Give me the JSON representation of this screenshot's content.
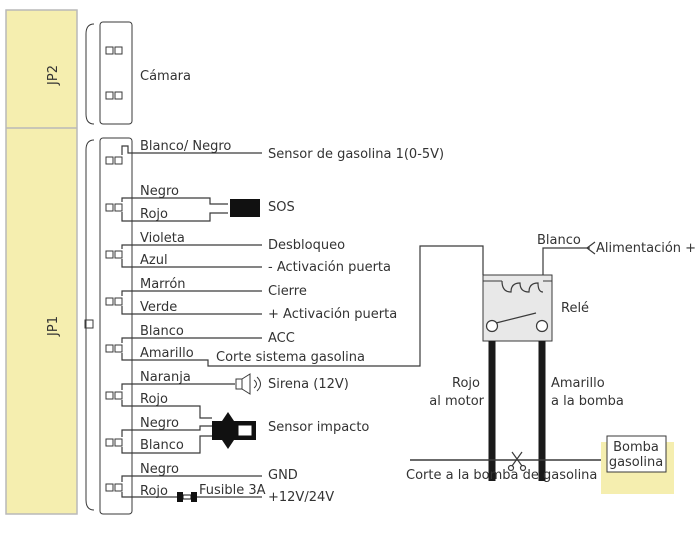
{
  "jp2_label": "JP2",
  "jp1_label": "JP1",
  "camara": "Cámara",
  "pins": {
    "p1_wire": "Blanco/ Negro",
    "p1_dest": "Sensor de gasolina 1(0-5V)",
    "p2_wire_a": "Negro",
    "p2_wire_b": "Rojo",
    "p2_dest": "SOS",
    "p3_wire_a": "Violeta",
    "p3_dest_a": "Desbloqueo",
    "p3_wire_b": "Azul",
    "p3_dest_b": "- Activación puerta",
    "p4_wire_a": "Marrón",
    "p4_dest_a": "Cierre",
    "p4_wire_b": "Verde",
    "p4_dest_b": "+ Activación puerta",
    "p5_wire_a": "Blanco",
    "p5_dest_a": "ACC",
    "p5_wire_b": "Amarillo",
    "p5_dest_b": "Corte sistema gasolina",
    "p6_wire_a": "Naranja",
    "p6_dest_a": "Sirena (12V)",
    "p6_wire_b": "Rojo",
    "p7_wire_a": "Negro",
    "p7_wire_b": "Blanco",
    "p7_dest": "Sensor impacto",
    "p8_wire_a": "Negro",
    "p8_dest_a": "GND",
    "p8_wire_b": "Rojo",
    "p8_fuse": "Fusible 3A",
    "p8_dest_b": "+12V/24V"
  },
  "relay": {
    "blanco": "Blanco",
    "alimentacion": "Alimentación +",
    "rele": "Relé",
    "rojo_1": "Rojo",
    "rojo_2": "al motor",
    "amarillo_1": "Amarillo",
    "amarillo_2": "a la bomba",
    "corte": "Corte a la bomba de gasolina",
    "bomba_1": "Bomba",
    "bomba_2": "gasolina"
  },
  "colors": {
    "connector_fill": "#f5eeaf",
    "connector_stroke": "#b9b9b9",
    "relay_fill": "#e8e8e8",
    "bomba_highlight": "#f5eeaf"
  }
}
